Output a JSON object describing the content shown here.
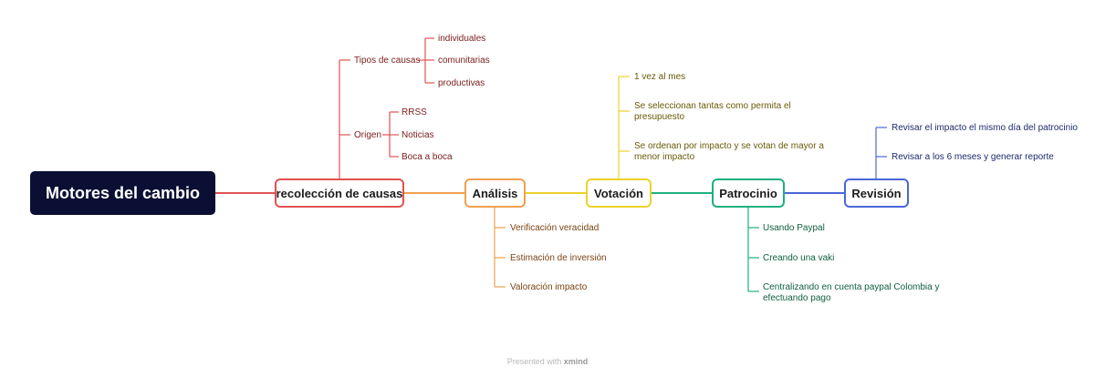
{
  "root": {
    "label": "Motores del cambio"
  },
  "topics": {
    "recoleccion": {
      "label": "recolección de causas",
      "color": "#e05252",
      "tipos": {
        "label": "Tipos de causas",
        "items": [
          "individuales",
          "comunitarias",
          "productivas"
        ]
      },
      "origen": {
        "label": "Origen",
        "items": [
          "RRSS",
          "Noticias",
          "Boca a boca"
        ]
      }
    },
    "analisis": {
      "label": "Análisis",
      "color": "#f0a050",
      "items": [
        "Verificación veracidad",
        "Estimación de inversión",
        "Valoración impacto"
      ]
    },
    "votacion": {
      "label": "Votación",
      "color": "#ecd22a",
      "items": [
        {
          "line1": "1 vez al mes",
          "line2": ""
        },
        {
          "line1": "Se seleccionan tantas como permita el",
          "line2": "presupuesto"
        },
        {
          "line1": "Se ordenan por impacto y se votan de mayor a",
          "line2": "menor impacto"
        }
      ]
    },
    "patrocinio": {
      "label": "Patrocinio",
      "color": "#1eb07e",
      "items": [
        {
          "line1": "Usando Paypal",
          "line2": ""
        },
        {
          "line1": "Creando una vaki",
          "line2": ""
        },
        {
          "line1": "Centralizando en cuenta paypal Colombia y",
          "line2": "efectuando pago"
        }
      ]
    },
    "revision": {
      "label": "Revisión",
      "color": "#4a66d8",
      "items": [
        "Revisar el impacto el mismo día del patrocinio",
        "Revisar a los 6 meses y generar reporte"
      ]
    }
  },
  "footer": {
    "prefix": "Presented with",
    "brand": "xmind"
  }
}
